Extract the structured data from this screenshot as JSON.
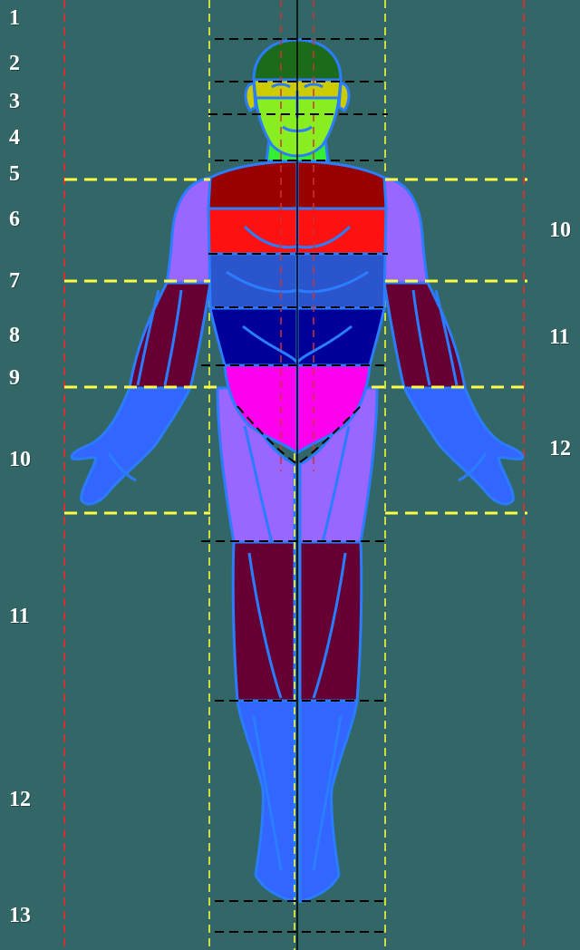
{
  "colors": {
    "background": "#336666",
    "outline": "#2a7dff",
    "head_top": "#1b6b1b",
    "face_upper": "#cccc00",
    "face_lower": "#88ee22",
    "neck": "#33ee33",
    "shoulders": "#990000",
    "chest": "#ff1111",
    "ribcage": "#2a55cc",
    "abdomen": "#000099",
    "pelvis": "#ff00ee",
    "thigh": "#9966ff",
    "knee_region": "#660033",
    "shin_feet": "#3366ff",
    "upper_arm": "#9966ff",
    "forearm": "#660033",
    "hand": "#3366ff",
    "red_guide": "#cc3333",
    "yellow_guide": "#ffff44",
    "green_guide": "#ccdd44",
    "black_guide": "#000000"
  },
  "left_scale": [
    "1",
    "2",
    "3",
    "4",
    "5",
    "6",
    "7",
    "8",
    "9",
    "10",
    "11",
    "12",
    "13"
  ],
  "right_scale": [
    "10",
    "11",
    "12"
  ]
}
